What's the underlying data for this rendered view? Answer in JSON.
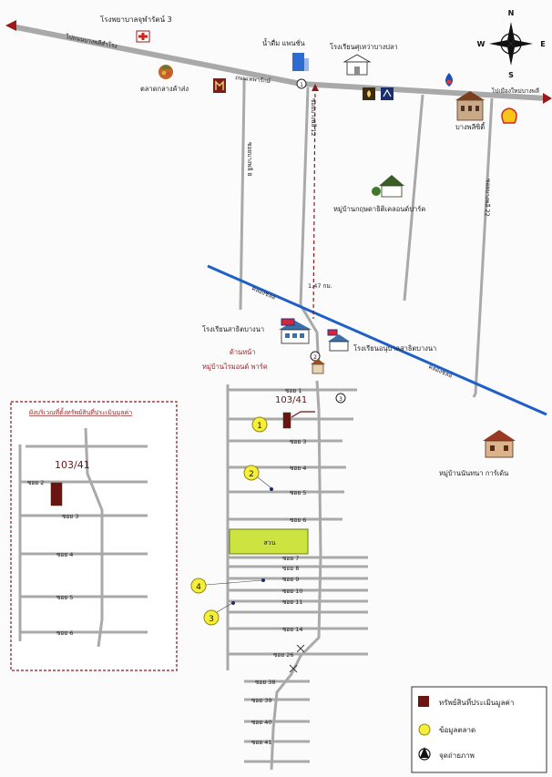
{
  "colors": {
    "road": "#a9a9a9",
    "canal": "#1f5fc8",
    "dashed": "#8b1a1a",
    "property": "#6b1414",
    "marker": "#f7ee3a",
    "park": "#cde33f",
    "text_dark": "#1c1c1c",
    "text_red": "#9b1b1b"
  },
  "compass": {
    "n": "N",
    "s": "S",
    "e": "E",
    "w": "W"
  },
  "places": {
    "hospital": "โรงพยาบาลจุฬารัตน์ 3",
    "market": "ตลาดกลางค้าส่ง",
    "water_factory": "น้ำดื่ม แพนชั่น",
    "school_top": "โรงเรียนศุเหว่าบางปลา",
    "bangphli_city": "บางพลีซิตี้",
    "village_park": "หมู่บ้านกฤษดาธิติเคลอนด์ปาร์ค",
    "school_left": "โรงเรียนสาธิตบางนา",
    "school_right": "โรงเรียนอนุบาลสาธิตบางนา",
    "front_village_1": "ด้านหน้า",
    "front_village_2": "หมู่บ้านไรมอนด์ พาร์ค",
    "nanthana": "หมู่บ้านนันทนา การ์เด้น",
    "main_road": "ถนนเทพารักษ์",
    "to_samut": "ไปถนนบางพลีสำโรง",
    "to_bangphli": "ไปเมืองใหม่บางพลี",
    "canal_1": "คลองชลอ",
    "canal_2": "คลองชลอ",
    "soi_left": "ซอยบางพลี 8",
    "soi_mid": "ซอยบางพลี 12",
    "soi_right": "ซอยบางพลี 22",
    "park": "สวน"
  },
  "distance": "1.47 กม.",
  "property_id": "103/41",
  "soi_labels": [
    "ซอย 1",
    "ซอย 3",
    "ซอย 4",
    "ซอย 5",
    "ซอย 6",
    "ซอย 7",
    "ซอย 8",
    "ซอย 9",
    "ซอย 10",
    "ซอย 11",
    "ซอย 14",
    "ซอย 26",
    "ซอย 38",
    "ซอย 39",
    "ซอย 40",
    "ซอย 41"
  ],
  "markers": [
    "1",
    "2",
    "3",
    "4"
  ],
  "photo_points": [
    "1",
    "2",
    "3"
  ],
  "inset": {
    "title": "ผังบริเวณที่ตั้งทรัพย์สินที่ประเมินมูลค่า",
    "property_id": "103/41",
    "soi_labels": [
      "ซอย 2",
      "ซอย 3",
      "ซอย 4",
      "ซอย 5",
      "ซอย 6"
    ]
  },
  "legend": {
    "property": "ทรัพย์สินที่ประเมินมูลค่า",
    "market": "ข้อมูลตลาด",
    "photo": "จุดถ่ายภาพ"
  }
}
